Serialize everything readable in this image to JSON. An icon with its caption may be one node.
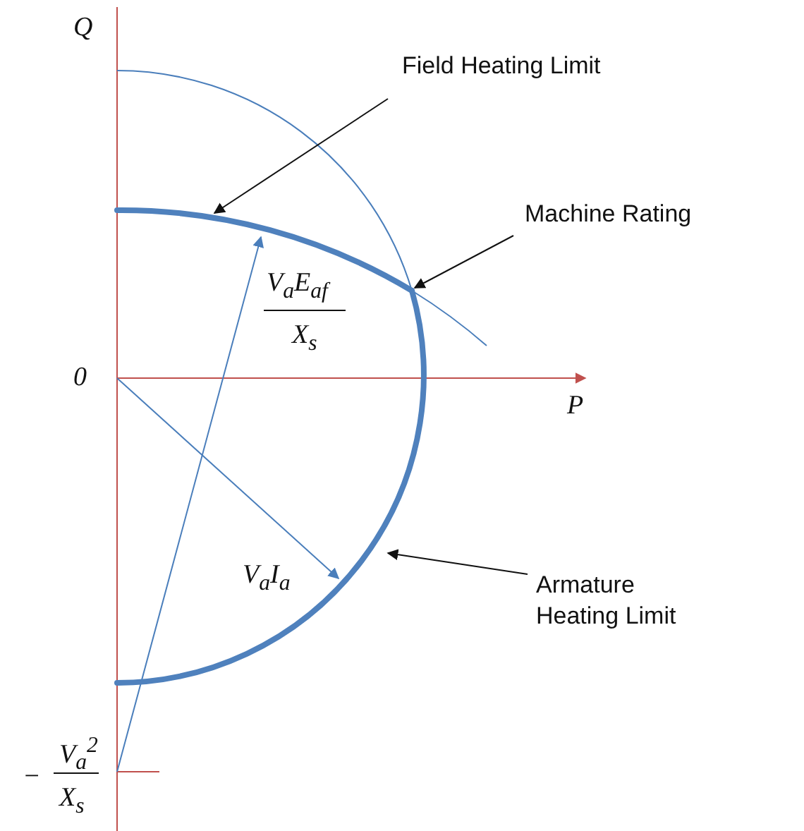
{
  "diagram": {
    "nodes": [
      {
        "text": [
          "Field Heating Limit"
        ]
      },
      {
        "text": [
          "Machine Rating"
        ]
      },
      {
        "text": [
          "Armature Heating Limit"
        ]
      },
      {
        "text": [],
        "shape": "arc"
      },
      {
        "text": [],
        "shape": "arc"
      }
    ],
    "edges": [
      {
        "from": 0,
        "to": 3,
        "arrow": "to"
      },
      {
        "from": 1,
        "to": 3,
        "arrow": "to"
      },
      {
        "from": 2,
        "to": 4,
        "arrow": "to"
      }
    ],
    "labels": [
      "Q",
      "0",
      "P",
      "V$_{a}$E$_{af}$",
      "X$_{s}$",
      "V$_{a}$I$_{a}$",
      "−",
      "V$_{a}$$^{2}$",
      "X$_{s}$"
    ]
  }
}
